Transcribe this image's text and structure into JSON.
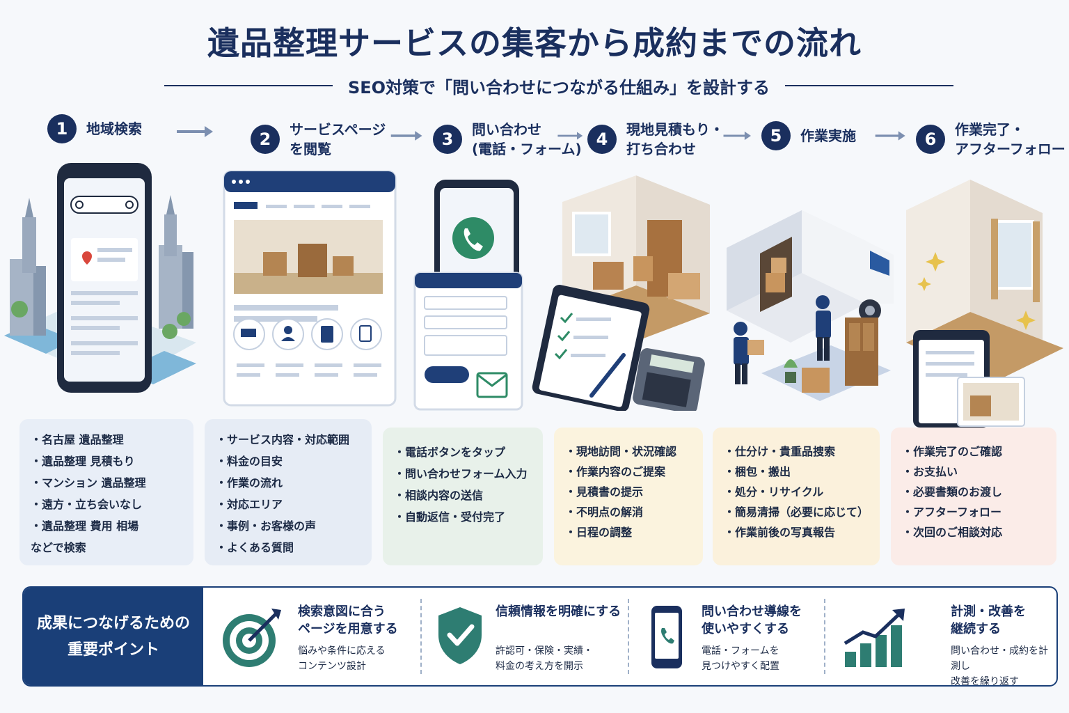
{
  "title": "遺品整理サービスの集客から成約までの流れ",
  "subtitle": "SEO対策で「問い合わせにつながる仕組み」を設計する",
  "steps": [
    {
      "number": "1",
      "label": "地域検索"
    },
    {
      "number": "2",
      "label": "サービスページ\nを閲覧"
    },
    {
      "number": "3",
      "label": "問い合わせ\n(電話・フォーム)"
    },
    {
      "number": "4",
      "label": "現地見積もり・\n打ち合わせ"
    },
    {
      "number": "5",
      "label": "作業実施"
    },
    {
      "number": "6",
      "label": "作業完了・\nアフターフォロー"
    }
  ],
  "cards": [
    {
      "items": [
        "名古屋 遺品整理",
        "遺品整理 見積もり",
        "マンション 遺品整理",
        "遠方・立ち会いなし",
        "遺品整理 費用 相場"
      ],
      "footer": "などで検索",
      "bg": "#e8eef7"
    },
    {
      "items": [
        "サービス内容・対応範囲",
        "料金の目安",
        "作業の流れ",
        "対応エリア",
        "事例・お客様の声",
        "よくある質問"
      ],
      "bg": "#e6ecf5"
    },
    {
      "items": [
        "電話ボタンをタップ",
        "問い合わせフォーム入力",
        "相談内容の送信",
        "自動返信・受付完了"
      ],
      "bg": "#e8f1ea"
    },
    {
      "items": [
        "現地訪問・状況確認",
        "作業内容のご提案",
        "見積書の提示",
        "不明点の解消",
        "日程の調整"
      ],
      "bg": "#fbf3de"
    },
    {
      "items": [
        "仕分け・貴重品捜索",
        "梱包・搬出",
        "処分・リサイクル",
        "簡易清掃（必要に応じて）",
        "作業前後の写真報告"
      ],
      "bg": "#fbf1dc"
    },
    {
      "items": [
        "作業完了のご確認",
        "お支払い",
        "必要書類のお渡し",
        "アフターフォロー",
        "次回のご相談対応"
      ],
      "bg": "#fbece8"
    }
  ],
  "key_points": {
    "heading": "成果につなげるための\n重要ポイント",
    "points": [
      {
        "icon": "target-icon",
        "title": "検索意図に合う\nページを用意する",
        "desc": "悩みや条件に応える\nコンテンツ設計"
      },
      {
        "icon": "shield-check-icon",
        "title": "信頼情報を明確にする",
        "desc": "許認可・保険・実績・\n料金の考え方を開示"
      },
      {
        "icon": "phone-icon",
        "title": "問い合わせ導線を\n使いやすくする",
        "desc": "電話・フォームを\n見つけやすく配置"
      },
      {
        "icon": "growth-chart-icon",
        "title": "計測・改善を\n継続する",
        "desc": "問い合わせ・成約を計測し\n改善を繰り返す"
      }
    ]
  },
  "colors": {
    "navy": "#1a2f5e",
    "teal": "#2e7d72",
    "accent_blue": "#1a3f78"
  }
}
